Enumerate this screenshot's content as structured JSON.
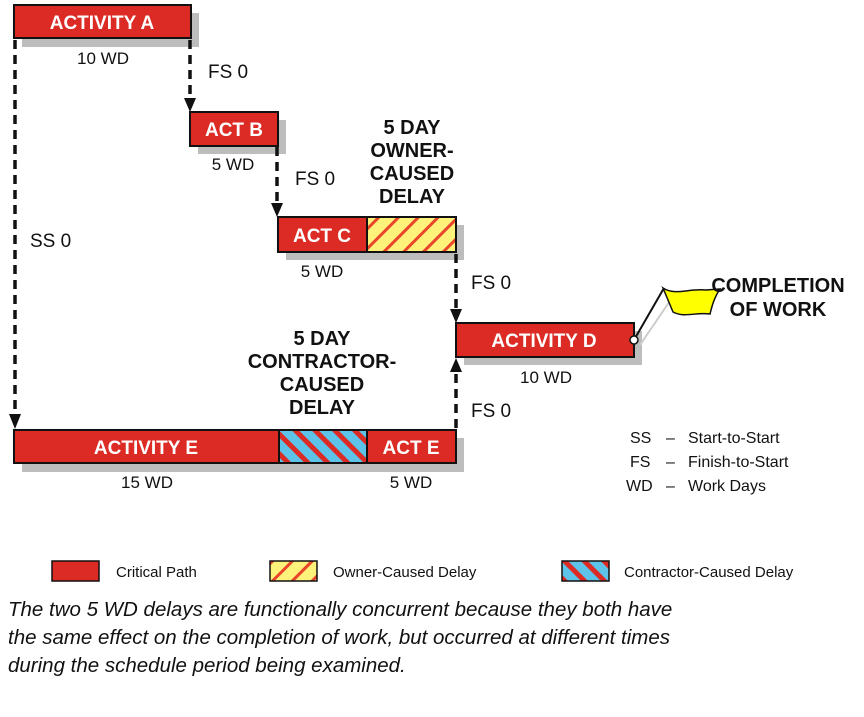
{
  "colors": {
    "critical": "#dc2b25",
    "owner_delay": "#fff27a",
    "contractor_delay": "#5ec3e8",
    "flag": "#ffff00",
    "shadow": "#bdbdbd"
  },
  "activities": {
    "a": {
      "label": "ACTIVITY A",
      "duration": "10 WD"
    },
    "b": {
      "label": "ACT B",
      "duration": "5 WD"
    },
    "c": {
      "label": "ACT C",
      "duration": "5 WD"
    },
    "d": {
      "label": "ACTIVITY D",
      "duration": "10 WD"
    },
    "e1": {
      "label": "ACTIVITY E",
      "duration": "15 WD"
    },
    "e2": {
      "label": "ACT E",
      "duration": "5 WD"
    }
  },
  "relationships": {
    "a_b": "FS 0",
    "b_c": "FS 0",
    "c_d": "FS 0",
    "e_d": "FS 0",
    "a_e": "SS 0"
  },
  "owner_delay": [
    "5 DAY",
    "OWNER-",
    "CAUSED",
    "DELAY"
  ],
  "contractor_delay": [
    "5 DAY",
    "CONTRACTOR-",
    "CAUSED",
    "DELAY"
  ],
  "completion": [
    "COMPLETION",
    "OF WORK"
  ],
  "glossary": [
    {
      "abbr": "SS",
      "dash": "–",
      "meaning": "Start-to-Start"
    },
    {
      "abbr": "FS",
      "dash": "–",
      "meaning": "Finish-to-Start"
    },
    {
      "abbr": "WD",
      "dash": "–",
      "meaning": "Work Days"
    }
  ],
  "legend": [
    {
      "label": "Critical Path"
    },
    {
      "label": "Owner-Caused Delay"
    },
    {
      "label": "Contractor-Caused Delay"
    }
  ],
  "caption": [
    "The two 5 WD delays are functionally concurrent because they both have",
    "the same effect on the completion of work, but occurred at different times",
    "during the schedule period being examined."
  ]
}
